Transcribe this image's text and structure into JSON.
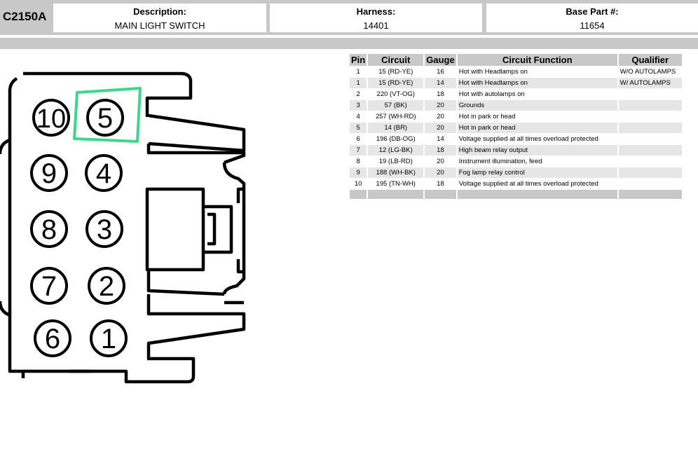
{
  "header": {
    "connector_id": "C2150A",
    "description_label": "Description:",
    "description_value": "MAIN LIGHT SWITCH",
    "harness_label": "Harness:",
    "harness_value": "14401",
    "base_part_label": "Base Part #:",
    "base_part_value": "11654"
  },
  "table": {
    "columns": [
      "Pin",
      "Circuit",
      "Gauge",
      "Circuit Function",
      "Qualifier"
    ],
    "rows": [
      {
        "pin": "1",
        "circuit": "15 (RD-YE)",
        "gauge": "16",
        "function": "Hot with Headlamps on",
        "qualifier": "W/O AUTOLAMPS"
      },
      {
        "pin": "1",
        "circuit": "15 (RD-YE)",
        "gauge": "14",
        "function": "Hot with Headlamps on",
        "qualifier": "W/ AUTOLAMPS"
      },
      {
        "pin": "2",
        "circuit": "220 (VT-OG)",
        "gauge": "18",
        "function": "Hot with autolamps on",
        "qualifier": ""
      },
      {
        "pin": "3",
        "circuit": "57 (BK)",
        "gauge": "20",
        "function": "Grounds",
        "qualifier": ""
      },
      {
        "pin": "4",
        "circuit": "257 (WH-RD)",
        "gauge": "20",
        "function": "Hot in park or head",
        "qualifier": ""
      },
      {
        "pin": "5",
        "circuit": "14 (BR)",
        "gauge": "20",
        "function": "Hot in park or head",
        "qualifier": ""
      },
      {
        "pin": "6",
        "circuit": "196 (DB-OG)",
        "gauge": "14",
        "function": "Voltage supplied at all times overload protected",
        "qualifier": ""
      },
      {
        "pin": "7",
        "circuit": "12 (LG-BK)",
        "gauge": "18",
        "function": "High beam relay output",
        "qualifier": ""
      },
      {
        "pin": "8",
        "circuit": "19 (LB-RD)",
        "gauge": "20",
        "function": "Instrument illumination, feed",
        "qualifier": ""
      },
      {
        "pin": "9",
        "circuit": "188 (WH-BK)",
        "gauge": "20",
        "function": "Fog lamp relay control",
        "qualifier": ""
      },
      {
        "pin": "10",
        "circuit": "195 (TN-WH)",
        "gauge": "18",
        "function": "Voltage supplied at all times overload protected",
        "qualifier": ""
      }
    ]
  },
  "diagram": {
    "pins": [
      "10",
      "5",
      "9",
      "4",
      "8",
      "3",
      "7",
      "2",
      "6",
      "1"
    ],
    "highlighted_pin": "5",
    "highlight_color": "#3fd68c"
  }
}
